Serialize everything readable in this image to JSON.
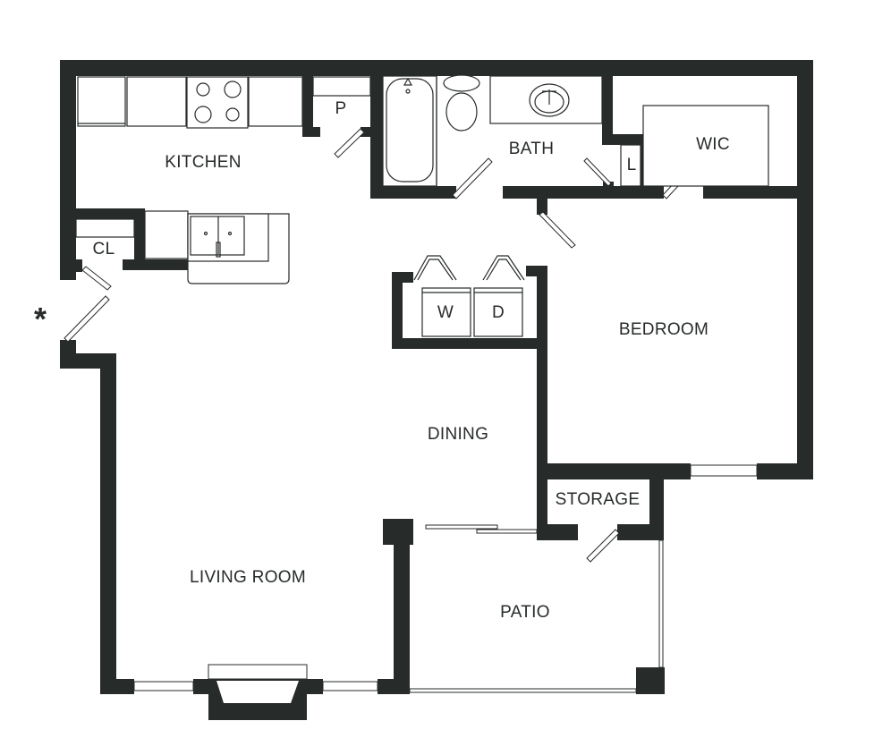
{
  "floorplan": {
    "rooms": {
      "kitchen": "KITCHEN",
      "pantry": "P",
      "bath": "BATH",
      "linen": "L",
      "wic": "WIC",
      "closet": "CL",
      "washer": "W",
      "dryer": "D",
      "bedroom": "BEDROOM",
      "dining": "DINING",
      "storage": "STORAGE",
      "living_room": "LIVING ROOM",
      "patio": "PATIO"
    },
    "entry_marker": "*",
    "colors": {
      "wall": "#272b2a",
      "background": "#ffffff"
    }
  }
}
